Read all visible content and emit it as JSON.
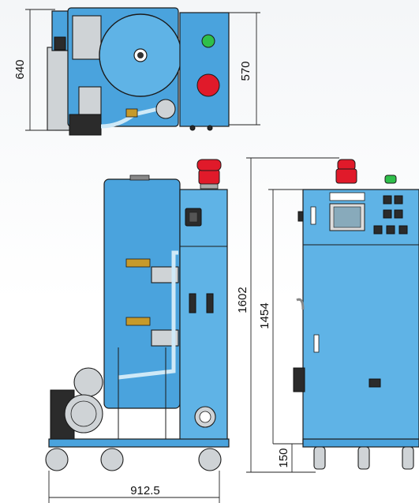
{
  "colors": {
    "body_blue": "#4aa3dd",
    "lamp_red": "#e01a2a",
    "lamp_green": "#2fbf4a",
    "outline": "#1b1b1b"
  },
  "dimensions": {
    "top_view_height": "640",
    "top_view_depth": "570",
    "front_height_total": "1602",
    "front_height_body": "1454",
    "base_height": "150",
    "front_width": "912.5"
  }
}
